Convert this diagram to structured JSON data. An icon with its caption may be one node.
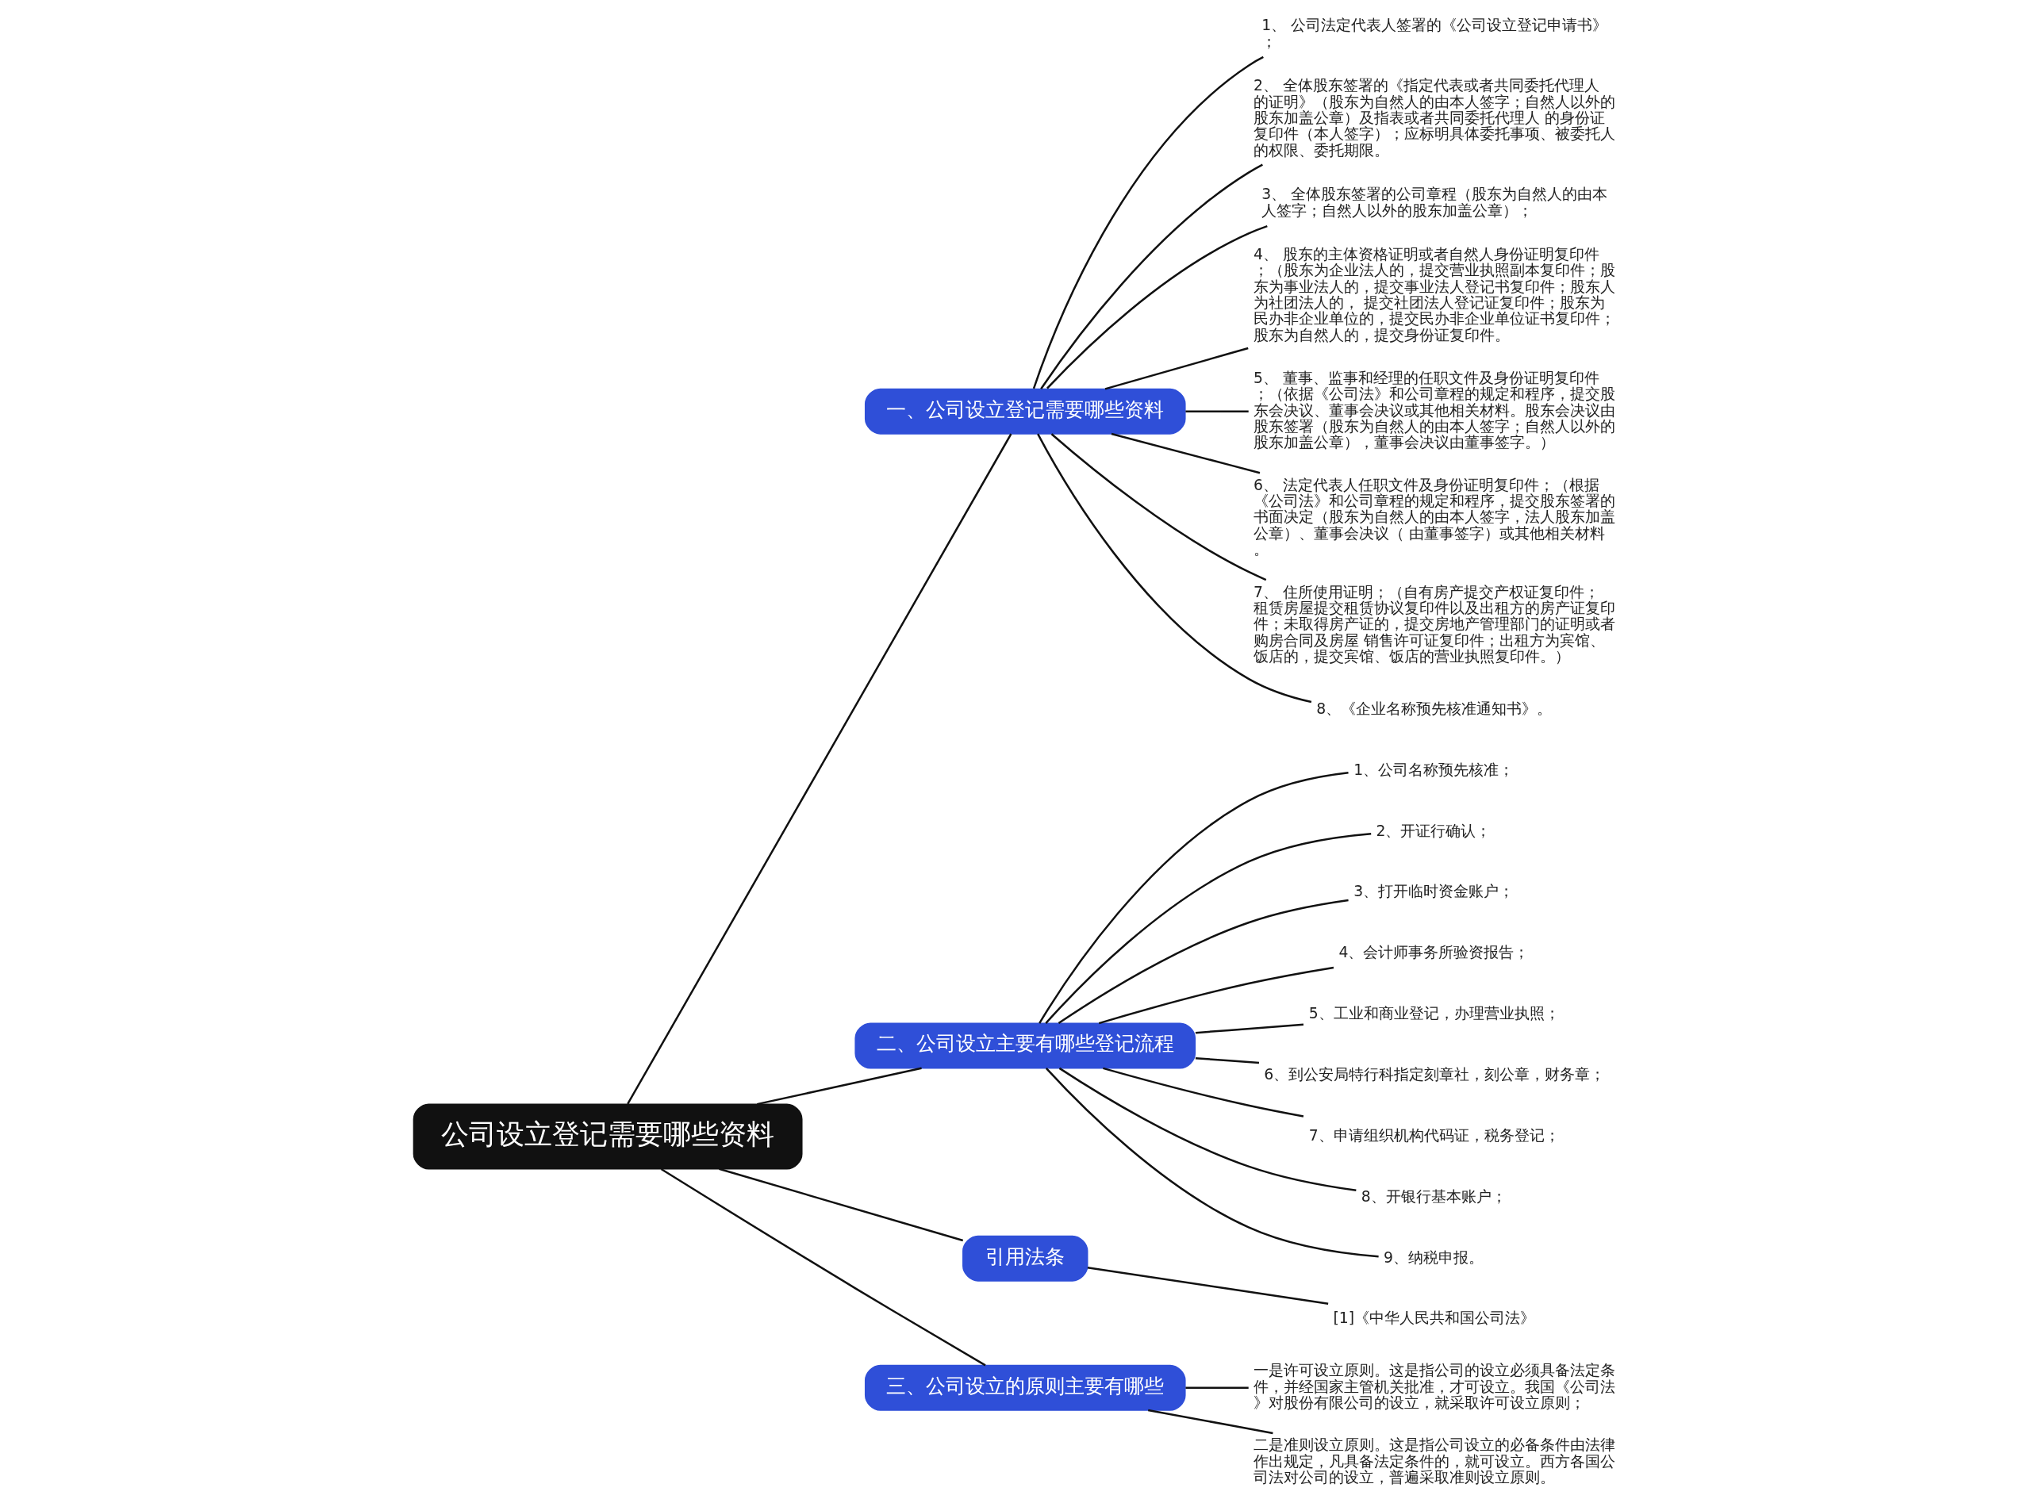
{
  "diagram": {
    "nodes": [
      {
        "text": [
          "公司设立登记需要哪些资料"
        ]
      },
      {
        "text": [
          "一、公司设立登记需要哪些资料"
        ]
      },
      {
        "text": [
          "1、 公司法定代表人签署的《公司设立登记申请书》；"
        ]
      },
      {
        "text": [
          "2、 全体股东签署的《指定代表或者共同委托代理人的证明》（股东为自然人的由本人签字；自然人以外的股东加盖公章）及指表或者共同委托代理人 的身份证复印件（本人签字）；应标明具体委托事项、被委托人的权限、委托期限。"
        ]
      },
      {
        "text": [
          "3、 全体股东签署的公司章程（股东为自然人的由本人签字；自然人以外的股东加盖公章）；"
        ]
      },
      {
        "text": [
          "4、 股东的主体资格证明或者自然人身份证明复印件；（股东为企业法人的，提交营业执照副本复印件；股东为事业法人的，提交事业法人登记书复印件；股东人为社团法人的， 提交社团法人登记证复印件；股东为民办非企业单位的，提交民办非企业单位证书复印件；股东为自然人的，提交身份证复印件。"
        ]
      },
      {
        "text": [
          "5、 董事、监事和经理的任职文件及身份证明复印件；（依据《公司法》和公司章程的规定和程序，提交股东会决议、董事会决议或其他相关材料。股东会决议由股东签署（股东为自然人的由本人签字；自然人以外的股东加盖公章），董事会决议由董事签字。）"
        ]
      },
      {
        "text": [
          "6、 法定代表人任职文件及身份证明复印件；（根据《公司法》和公司章程的规定和程序，提交股东签署的书面决定（股东为自然人的由本人签字，法人股东加盖公章）、董事会决议（ 由董事签字）或其他相关材料。"
        ]
      },
      {
        "text": [
          "7、 住所使用证明；（自有房产提交产权证复印件；租赁房屋提交租赁协议复印件以及出租方的房产证复印件；未取得房产证的，提交房地产管理部门的证明或者购房合同及房屋 销售许可证复印件；出租方为宾馆、饭店的，提交宾馆、饭店的营业执照复印件。）"
        ]
      },
      {
        "text": [
          "8、《企业名称预先核准通知书》。"
        ]
      },
      {
        "text": [
          "二、公司设立主要有哪些登记流程"
        ]
      },
      {
        "text": [
          "1、公司名称预先核准；"
        ]
      },
      {
        "text": [
          "2、开证行确认；"
        ]
      },
      {
        "text": [
          "3、打开临时资金账户；"
        ]
      },
      {
        "text": [
          "4、会计师事务所验资报告；"
        ]
      },
      {
        "text": [
          "5、工业和商业登记，办理营业执照；"
        ]
      },
      {
        "text": [
          "6、到公安局特行科指定刻章社，刻公章，财务章；"
        ]
      },
      {
        "text": [
          "7、申请组织机构代码证，税务登记；"
        ]
      },
      {
        "text": [
          "8、开银行基本账户；"
        ]
      },
      {
        "text": [
          "9、纳税申报。"
        ]
      },
      {
        "text": [
          "引用法条"
        ]
      },
      {
        "text": [
          "[1]《中华人民共和国公司法》"
        ]
      },
      {
        "text": [
          "三、公司设立的原则主要有哪些"
        ]
      },
      {
        "text": [
          "一是许可设立原则。这是指公司的设立必须具备法定条件，并经国家主管机关批准，才可设立。我国《公司法》对股份有限公司的设立，就采取许可设立原则；"
        ]
      },
      {
        "text": [
          "二是准则设立原则。这是指公司设立的必备条件由法律作出规定，凡具备法定条件的，就可设立。西方各国公司法对公司的设立，普遍采取准则设立原则。"
        ]
      }
    ],
    "edges": [
      {
        "from": 0,
        "to": 1,
        "arrow": "none"
      },
      {
        "from": 1,
        "to": 2,
        "arrow": "none"
      },
      {
        "from": 1,
        "to": 3,
        "arrow": "none"
      },
      {
        "from": 1,
        "to": 4,
        "arrow": "none"
      },
      {
        "from": 1,
        "to": 5,
        "arrow": "none"
      },
      {
        "from": 1,
        "to": 6,
        "arrow": "none"
      },
      {
        "from": 1,
        "to": 7,
        "arrow": "none"
      },
      {
        "from": 1,
        "to": 8,
        "arrow": "none"
      },
      {
        "from": 1,
        "to": 9,
        "arrow": "none"
      },
      {
        "from": 0,
        "to": 10,
        "arrow": "none"
      },
      {
        "from": 10,
        "to": 11,
        "arrow": "none"
      },
      {
        "from": 10,
        "to": 12,
        "arrow": "none"
      },
      {
        "from": 10,
        "to": 13,
        "arrow": "none"
      },
      {
        "from": 10,
        "to": 14,
        "arrow": "none"
      },
      {
        "from": 10,
        "to": 15,
        "arrow": "none"
      },
      {
        "from": 10,
        "to": 16,
        "arrow": "none"
      },
      {
        "from": 10,
        "to": 17,
        "arrow": "none"
      },
      {
        "from": 10,
        "to": 18,
        "arrow": "none"
      },
      {
        "from": 10,
        "to": 19,
        "arrow": "none"
      },
      {
        "from": 0,
        "to": 20,
        "arrow": "none"
      },
      {
        "from": 20,
        "to": 21,
        "arrow": "none"
      },
      {
        "from": 0,
        "to": 22,
        "arrow": "none"
      },
      {
        "from": 22,
        "to": 23,
        "arrow": "none"
      },
      {
        "from": 22,
        "to": 24,
        "arrow": "none"
      }
    ]
  }
}
